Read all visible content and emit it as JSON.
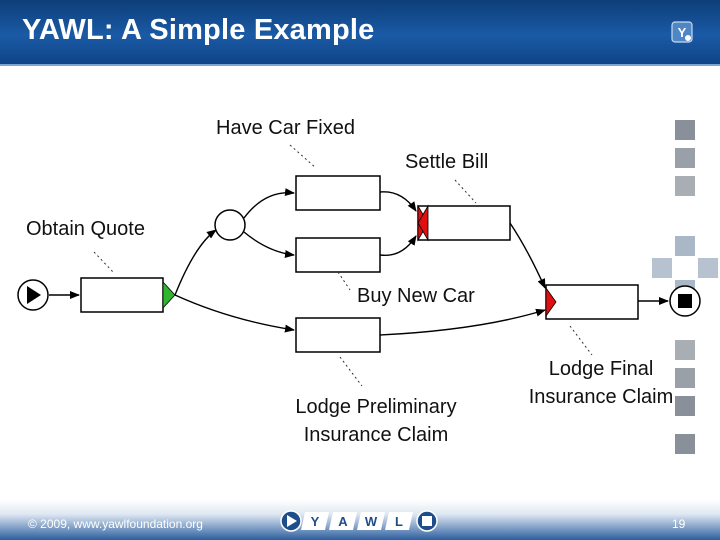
{
  "slide": {
    "title": "YAWL: A Simple Example",
    "page_number": "19",
    "copyright": "© 2009, www.yawlfoundation.org",
    "header_logo_letter": "Y"
  },
  "diagram": {
    "tasks": {
      "obtain_quote": "Obtain Quote",
      "have_car_fixed": "Have Car Fixed",
      "settle_bill": "Settle Bill",
      "buy_new_car": "Buy New Car",
      "lodge_preliminary_claim": [
        "Lodge Preliminary",
        "Insurance Claim"
      ],
      "lodge_final_claim": [
        "Lodge Final",
        "Insurance Claim"
      ]
    }
  },
  "footer_icons": [
    "play-icon",
    "Y",
    "A",
    "W",
    "L",
    "stop-icon"
  ],
  "colors": {
    "header": "#1a5aa6",
    "split_green": "#2fb52f",
    "join_red": "#e01010",
    "arrow": "#000000"
  }
}
